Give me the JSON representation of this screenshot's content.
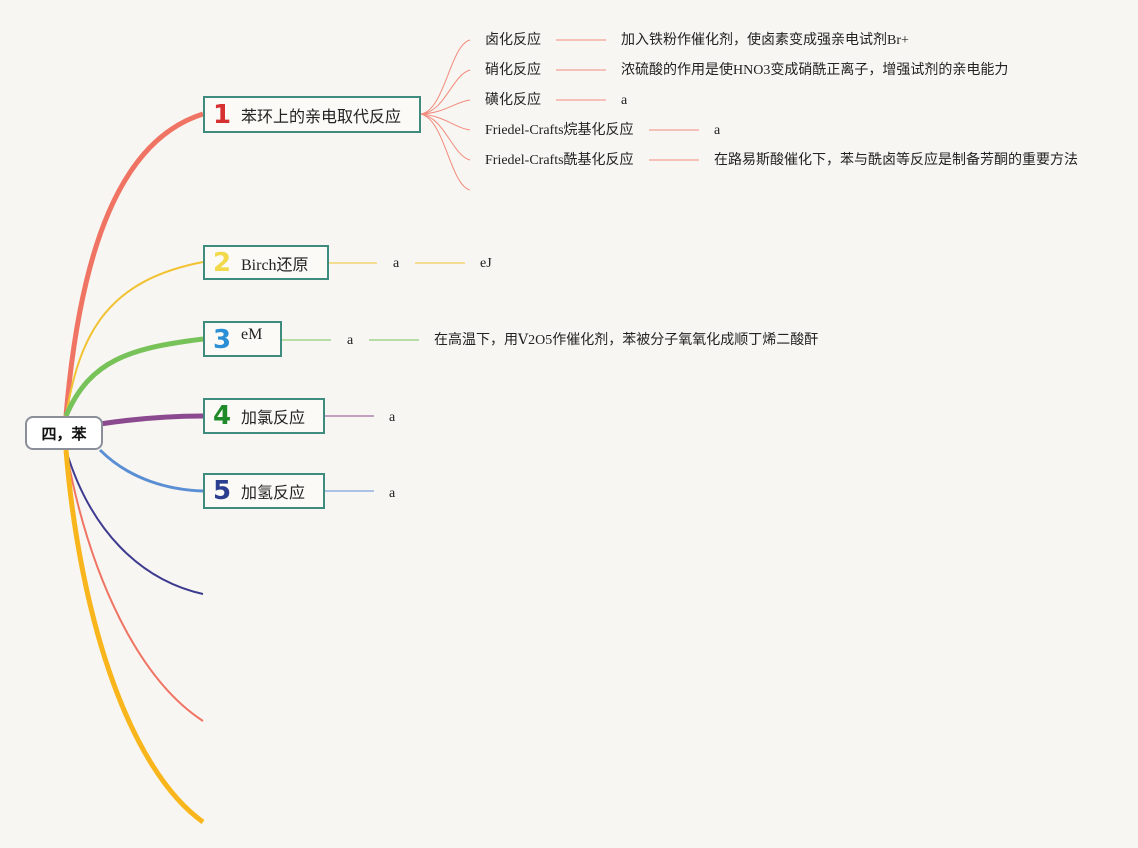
{
  "root": {
    "label": "四，苯"
  },
  "colors": {
    "branch1": "#f07463",
    "branch2": "#f1c232",
    "branch3": "#78c25a",
    "branch4": "#8b4a8f",
    "branch5": "#5b8fd4",
    "branch6": "#3d3b8f",
    "branch7": "#f07463",
    "branch8": "#f8b61c",
    "node_border": "#3f8c7f"
  },
  "branches": [
    {
      "num": "1",
      "num_color": "#d63031",
      "label": "苯环上的亲电取代反应",
      "children": [
        {
          "label": "卤化反应",
          "detail": "加入铁粉作催化剂，使卤素变成强亲电试剂Br+"
        },
        {
          "label": "硝化反应",
          "detail": "浓硫酸的作用是使HNO3变成硝酰正离子，增强试剂的亲电能力"
        },
        {
          "label": "磺化反应",
          "detail": "a"
        },
        {
          "label": "Friedel-Crafts烷基化反应",
          "detail": "a"
        },
        {
          "label": "Friedel-Crafts酰基化反应",
          "detail": "在路易斯酸催化下，苯与酰卤等反应是制备芳酮的重要方法"
        }
      ]
    },
    {
      "num": "2",
      "num_color": "#f1d94a",
      "label": "Birch还原",
      "child": "a",
      "grandchild": "eJ"
    },
    {
      "num": "3",
      "num_color": "#2b8fd6",
      "label": "eM",
      "child": "a",
      "grandchild": "在高温下，用Ⅴ2O5作催化剂，苯被分子氧氧化成顺丁烯二酸酐"
    },
    {
      "num": "4",
      "num_color": "#1f8a2a",
      "label": "加氯反应",
      "child": "a"
    },
    {
      "num": "5",
      "num_color": "#2c3e8f",
      "label": "加氢反应",
      "child": "a"
    }
  ]
}
